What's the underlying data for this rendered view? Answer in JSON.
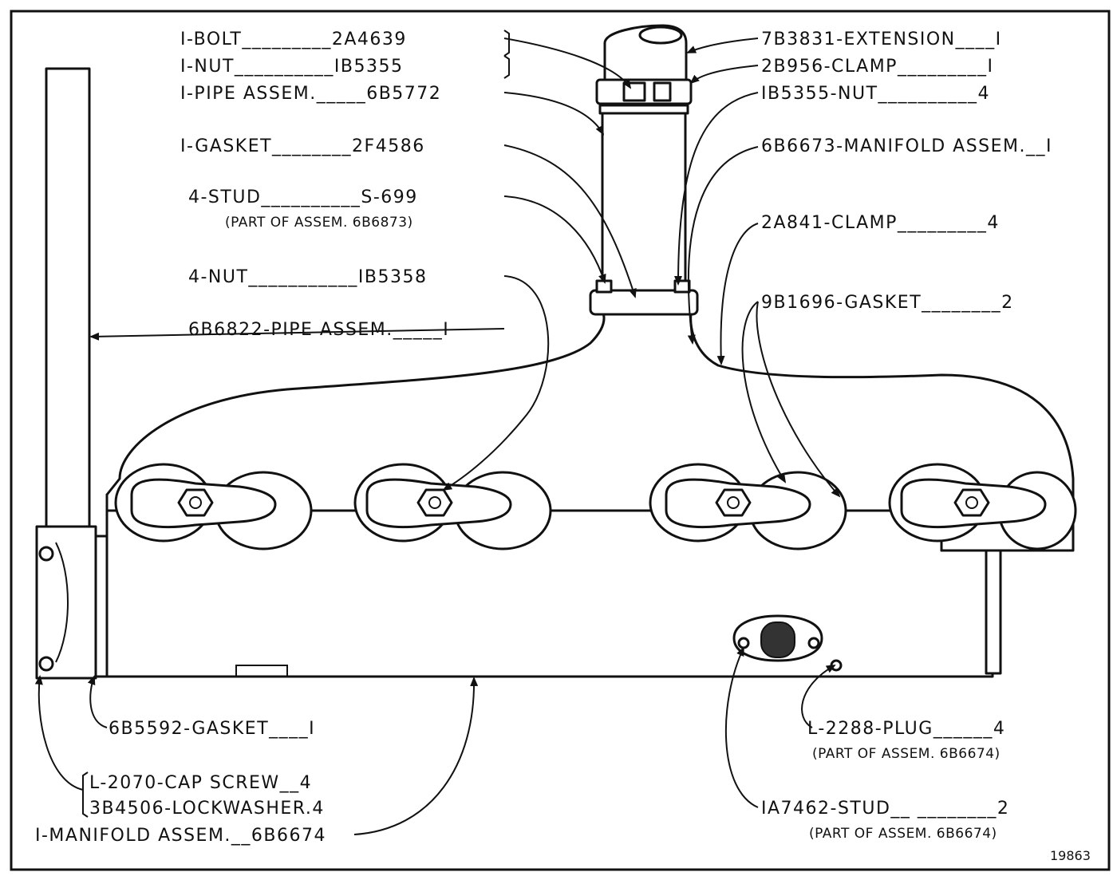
{
  "labels_left": [
    {
      "id": "bolt",
      "text": "I-BOLT_________2A4639"
    },
    {
      "id": "nut",
      "text": "I-NUT__________IB5355"
    },
    {
      "id": "pipe-assem",
      "text": "I-PIPE ASSEM._____6B5772"
    },
    {
      "id": "gasket",
      "text": "I-GASKET________2F4586"
    },
    {
      "id": "stud",
      "text": "4-STUD__________S-699"
    },
    {
      "id": "stud-note",
      "text": "(PART OF ASSEM. 6B6873)"
    },
    {
      "id": "nut4",
      "text": "4-NUT___________IB5358"
    },
    {
      "id": "pipe-assem-2",
      "text": "6B6822-PIPE ASSEM._____I"
    },
    {
      "id": "gasket-2",
      "text": "6B5592-GASKET____I"
    },
    {
      "id": "cap-screw",
      "text": "L-2070-CAP SCREW__4"
    },
    {
      "id": "lockwasher",
      "text": "3B4506-LOCKWASHER.4"
    },
    {
      "id": "manifold-assem-1",
      "text": "I-MANIFOLD ASSEM.__6B6674"
    }
  ],
  "labels_right": [
    {
      "id": "extension",
      "text": "7B3831-EXTENSION____I"
    },
    {
      "id": "clamp",
      "text": "2B956-CLAMP_________I"
    },
    {
      "id": "nut-right",
      "text": "IB5355-NUT__________4"
    },
    {
      "id": "manifold-assem",
      "text": "6B6673-MANIFOLD ASSEM.__I"
    },
    {
      "id": "clamp-4",
      "text": "2A841-CLAMP_________4"
    },
    {
      "id": "gasket-right",
      "text": "9B1696-GASKET________2"
    },
    {
      "id": "plug",
      "text": "L-2288-PLUG______4"
    },
    {
      "id": "plug-note",
      "text": "(PART OF ASSEM. 6B6674)"
    },
    {
      "id": "stud-right",
      "text": "IA7462-STUD__ ________2"
    },
    {
      "id": "stud-right-note",
      "text": "(PART OF ASSEM. 6B6674)"
    }
  ],
  "figure_number": "19863"
}
